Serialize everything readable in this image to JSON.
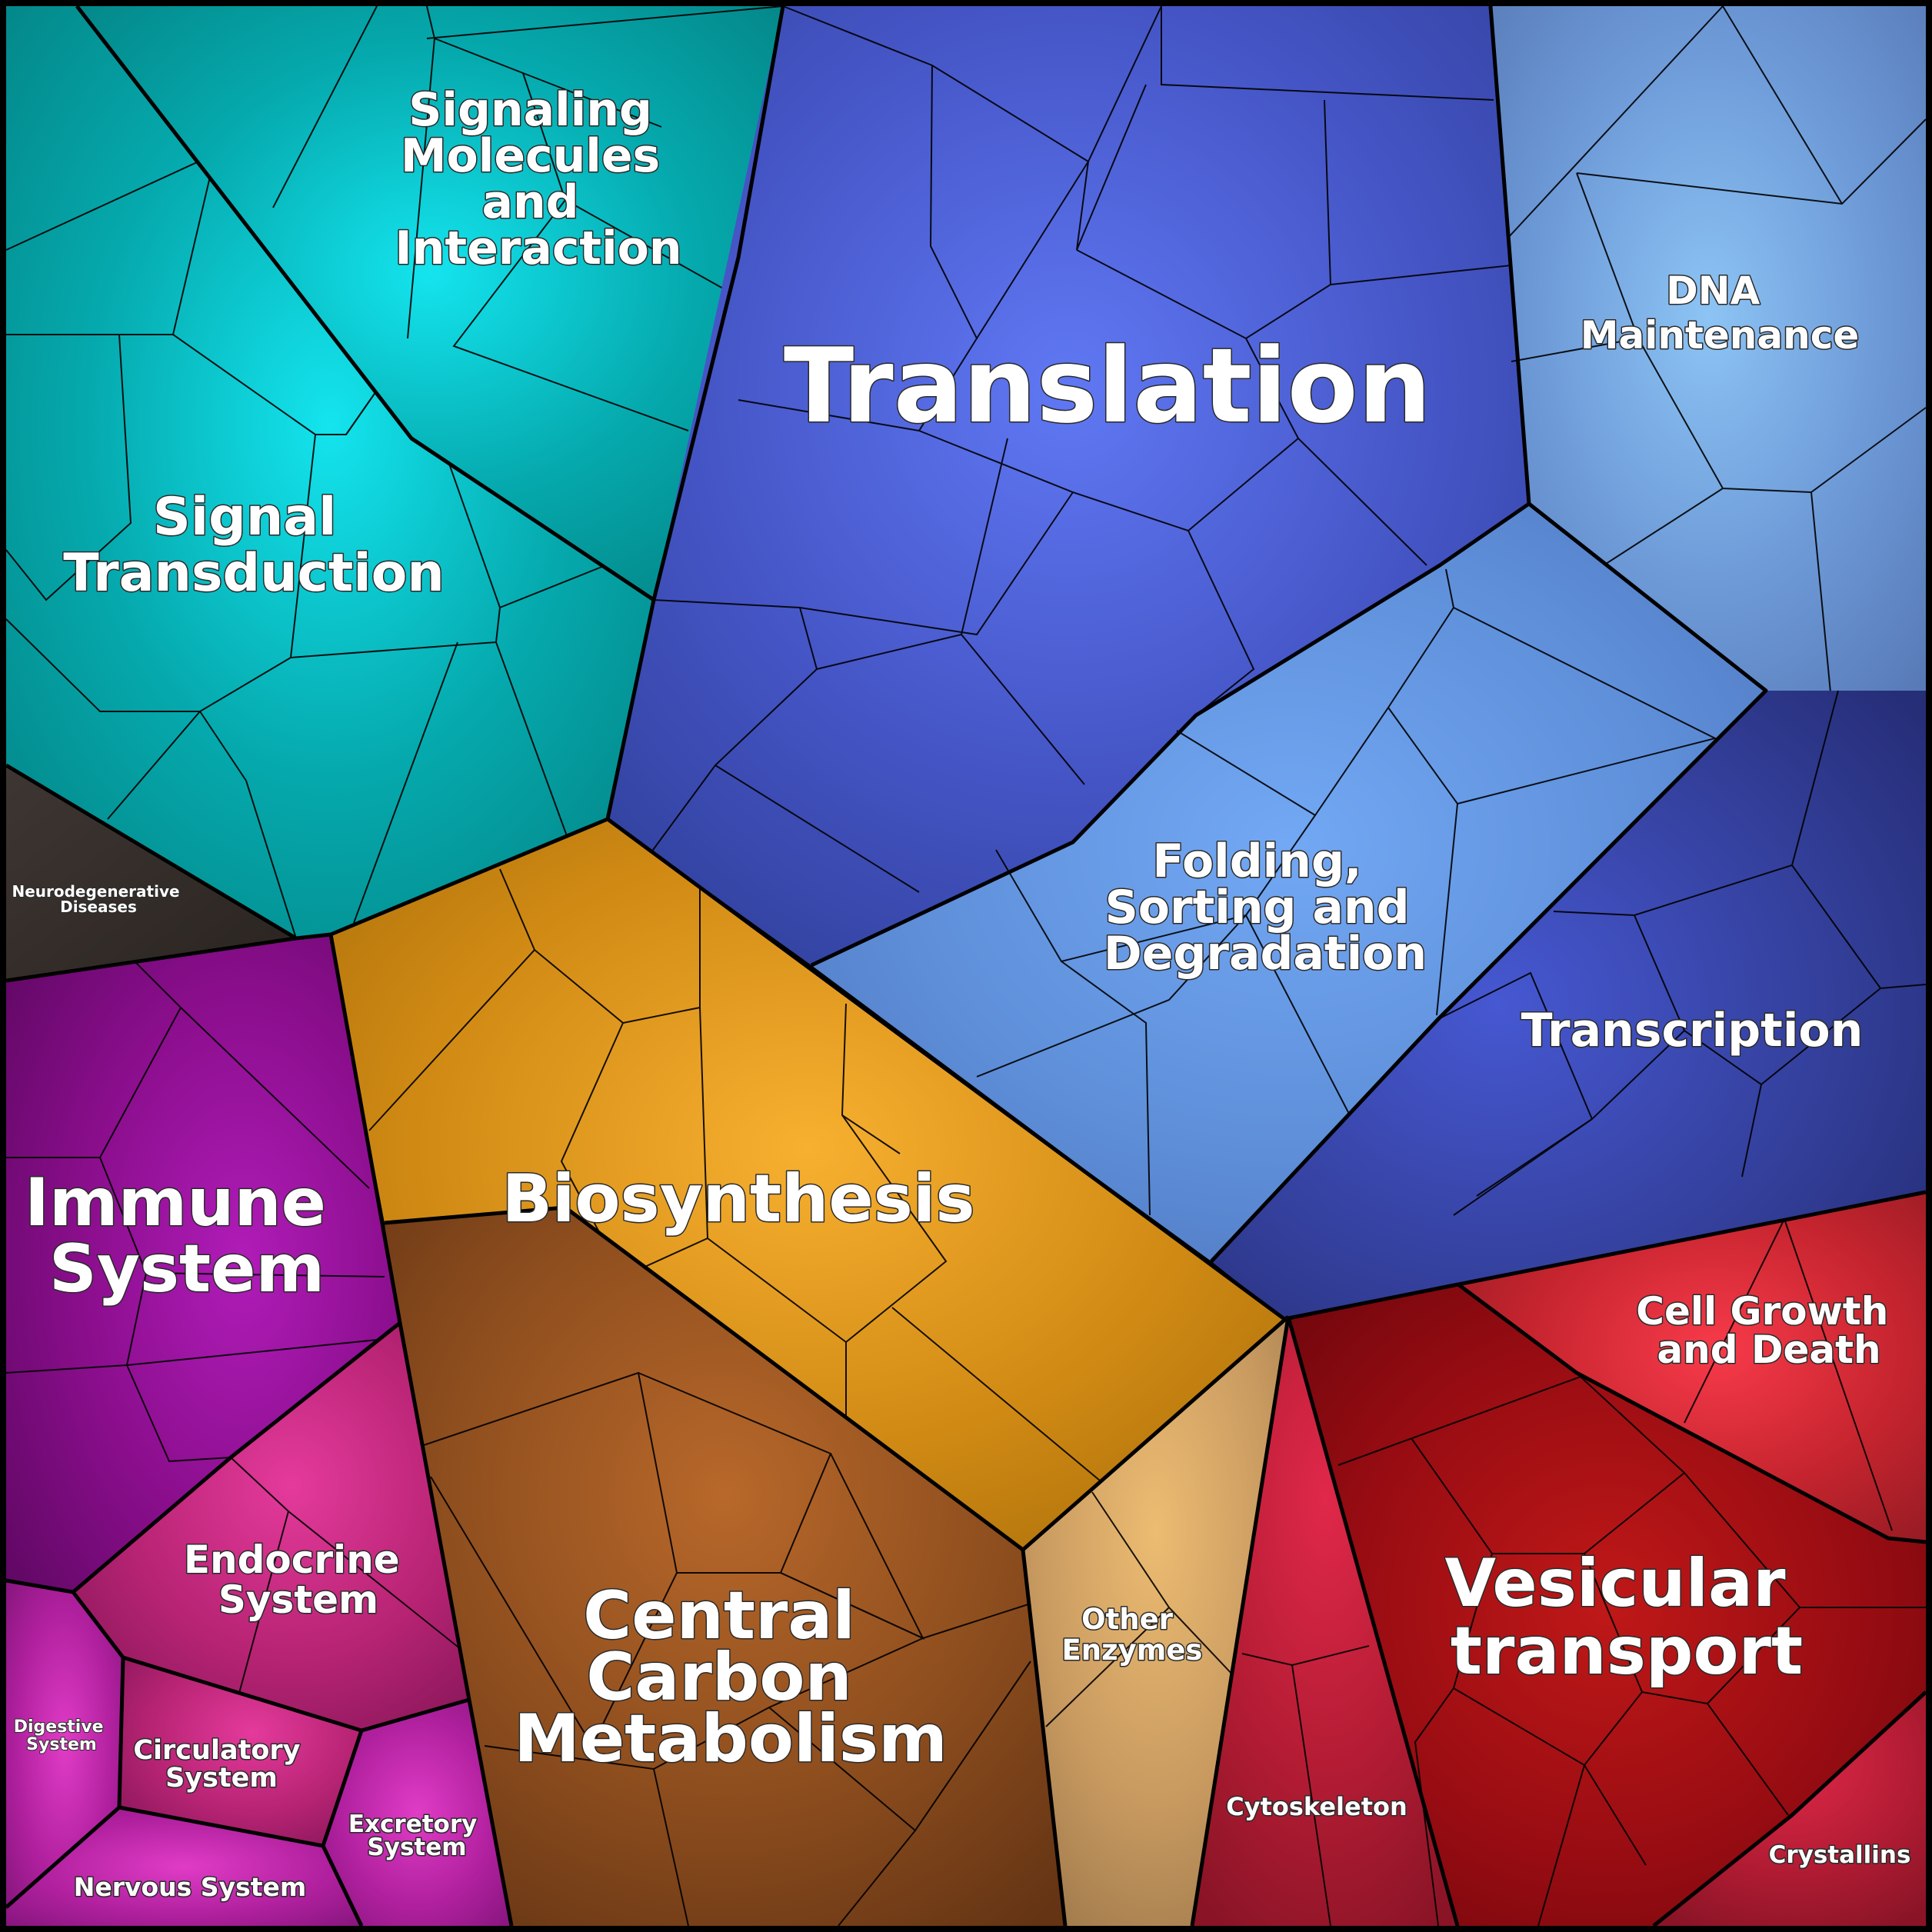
{
  "diagram": {
    "type": "voronoi-treemap",
    "colors": {
      "border": "#000000",
      "teal": "#00a6a6",
      "blue": "#4a5fd0",
      "lightblue": "#7aa6dc",
      "orange": "#e8a020",
      "brown": "#9a5a22",
      "tan": "#c9a06a",
      "purple": "#9a1494",
      "magenta": "#cc2a84",
      "red": "#c81828",
      "crimson": "#d22840",
      "dark": "#3c3430"
    },
    "labels": {
      "translation": "Translation",
      "signaling": [
        "Signaling",
        "Molecules",
        "and",
        "Interaction"
      ],
      "signal_transduction": [
        "Signal",
        "Transduction"
      ],
      "dna_maintenance": [
        "DNA",
        "Maintenance"
      ],
      "folding": [
        "Folding,",
        "Sorting and",
        "Degradation"
      ],
      "transcription": "Transcription",
      "neurodegenerative": [
        "Neurodegenerative",
        "Diseases"
      ],
      "immune_system": [
        "Immune",
        "System"
      ],
      "biosynthesis": "Biosynthesis",
      "endocrine_system": [
        "Endocrine",
        "System"
      ],
      "central_carbon": [
        "Central",
        "Carbon",
        "Metabolism"
      ],
      "other_enzymes": [
        "Other",
        "Enzymes"
      ],
      "cell_growth": [
        "Cell Growth",
        "and Death"
      ],
      "vesicular_transport": [
        "Vesicular",
        "transport"
      ],
      "digestive_system": [
        "Digestive",
        "System"
      ],
      "circulatory_system": [
        "Circulatory",
        "System"
      ],
      "excretory_system": [
        "Excretory",
        "System"
      ],
      "nervous_system": "Nervous System",
      "cytoskeleton": "Cytoskeleton",
      "crystallins": "Crystallins"
    }
  }
}
